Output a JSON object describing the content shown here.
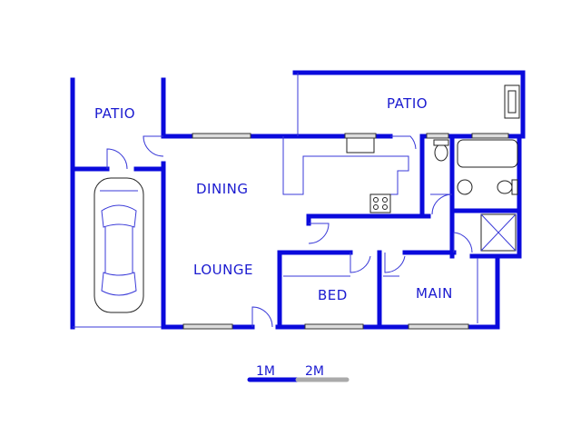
{
  "rooms": {
    "patio_left": "PATIO",
    "patio_right": "PATIO",
    "dining": "DINING",
    "lounge": "LOUNGE",
    "bed": "BED",
    "main": "MAIN"
  },
  "scale_bar": {
    "label_1": "1M",
    "label_2": "2M",
    "color_primary": "#0a0adc",
    "color_secondary": "#aaaaaa"
  },
  "colors": {
    "wall": "#0a0adc",
    "label": "#1a1ad0"
  }
}
